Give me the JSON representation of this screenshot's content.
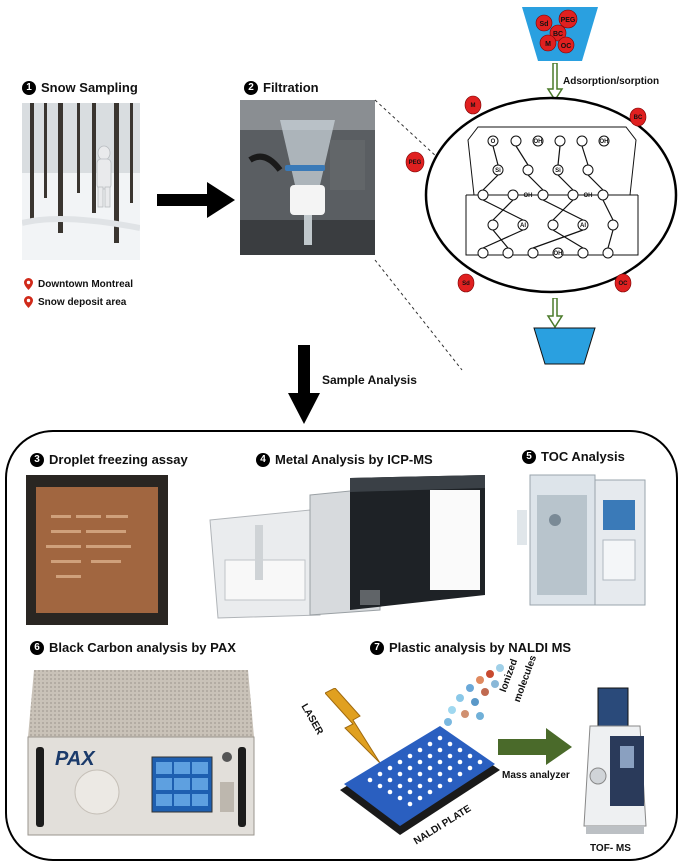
{
  "steps": [
    {
      "num": "1",
      "label": "Snow Sampling"
    },
    {
      "num": "2",
      "label": "Filtration"
    },
    {
      "num": "3",
      "label": "Droplet freezing assay"
    },
    {
      "num": "4",
      "label": "Metal Analysis by ICP-MS"
    },
    {
      "num": "5",
      "label": "TOC Analysis"
    },
    {
      "num": "6",
      "label": "Black Carbon analysis by PAX"
    },
    {
      "num": "7",
      "label": "Plastic analysis by NALDI MS"
    }
  ],
  "legend": [
    "Downtown Montreal",
    "Snow deposit area"
  ],
  "labels": {
    "adsorption": "Adsorption/sorption",
    "sample_analysis": "Sample Analysis",
    "mass_analyzer": "Mass analyzer",
    "laser": "LASER",
    "ionized": "Ionized",
    "molecules": "molecules",
    "naldi_plate": "NALDI PLATE",
    "tof_ms": "TOF- MS",
    "pax_logo": "PAX"
  },
  "particles": {
    "funnel": [
      "PEG",
      "Sd",
      "BC",
      "M",
      "OC"
    ],
    "around": [
      "M",
      "BC",
      "PEG",
      "Sd",
      "OC"
    ]
  },
  "surface": {
    "top_atom": "O",
    "oh": "OH",
    "si": "Si",
    "al": "Al"
  },
  "colors": {
    "particle_red": "#e02020",
    "funnel_blue": "#2aa0e0",
    "arrow_green": "#4a7a2a",
    "plate_blue": "#2a5fc0"
  }
}
